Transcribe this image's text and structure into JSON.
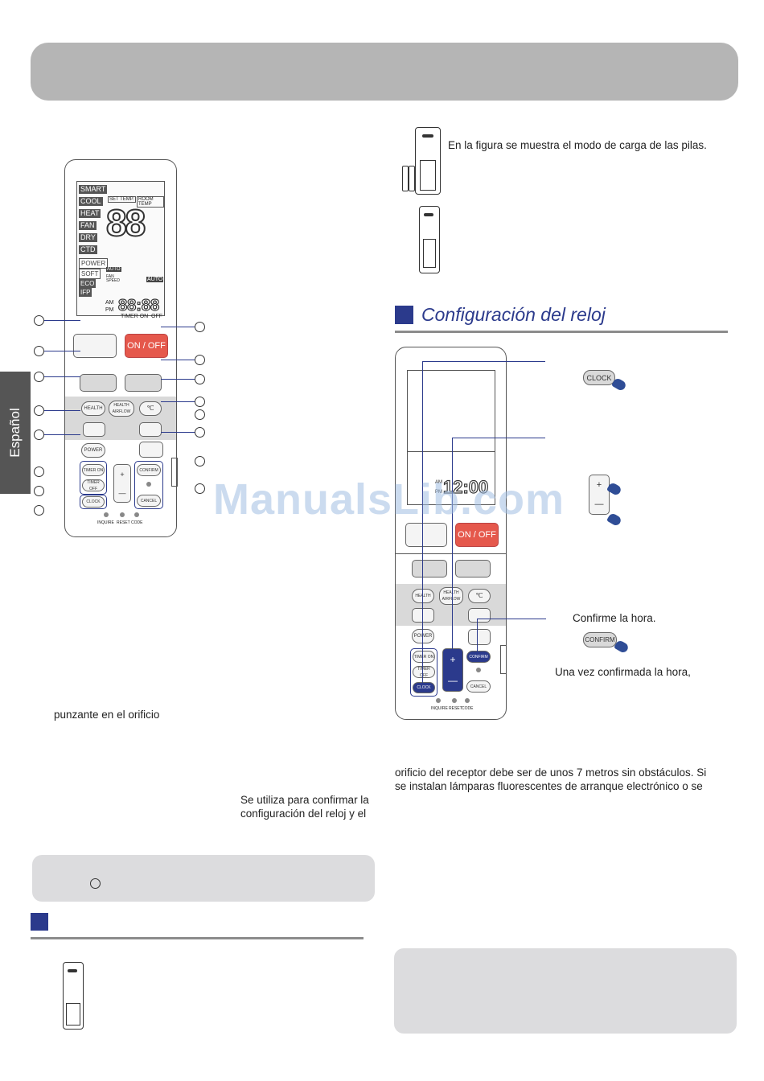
{
  "page": {
    "watermark": "ManualsLib.com",
    "language_tab": "Español"
  },
  "left": {
    "punzante_text": "punzante en el orificio",
    "confirm_text_1": "Se utiliza para confirmar la",
    "confirm_text_2": "configuración del reloj y el"
  },
  "right": {
    "battery_text": "En la figura se muestra el modo de carga de las pilas.",
    "section_title": "Configuración del reloj",
    "confirme_text": "Confirme la hora.",
    "una_vez_text": "Una vez confirmada la hora,",
    "orificio_text_1": "orificio del receptor debe ser de unos 7 metros sin obstáculos. Si",
    "orificio_text_2": "se instalan lámparas fluorescentes de arranque electrónico o se"
  },
  "remote_left": {
    "modes": [
      "SMART",
      "COOL",
      "HEAT",
      "FAN",
      "DRY",
      "CTD",
      "POWER",
      "SOFT",
      "ECO",
      "IFP"
    ],
    "set_temp": "SET TEMP.",
    "room_temp": "ROOM TEMP",
    "big_digits": "88",
    "auto": "AUTO",
    "fan_speed": "FAN SPEED",
    "timer_label": "TIMER ON",
    "off_label": "OFF",
    "am": "AM",
    "pm": "PM",
    "clock_digits": "88:88",
    "onoff": "ON / OFF",
    "health": "HEALTH",
    "health_airflow": "HEALTH AIRFLOW",
    "celsius": "℃",
    "power": "POWER",
    "timer_on": "TIMER ON",
    "timer_off": "TIMER OFF",
    "clock": "CLOCK",
    "confirm": "CONFIRM",
    "cancel": "CANCEL",
    "plus": "+",
    "minus": "—",
    "inquire": "INQUIRE",
    "reset": "RESET",
    "code": "CODE"
  },
  "remote_right": {
    "clock_digits": "12:00",
    "am": "AM",
    "pm": "PM",
    "onoff": "ON / OFF",
    "health": "HEALTH",
    "health_airflow": "HEALTH AIRFLOW",
    "celsius": "℃",
    "power": "POWER",
    "timer_on": "TIMER ON",
    "timer_off": "TIMER OFF",
    "clock": "CLOCK",
    "confirm": "CONFIRM",
    "cancel": "CANCEL",
    "plus": "+",
    "minus": "—",
    "inquire": "INQUIRE",
    "reset": "RESET",
    "code": "CODE"
  },
  "illustrations": {
    "clock_button": "CLOCK",
    "confirm_button": "CONFIRM",
    "plus": "+",
    "minus": "—"
  },
  "colors": {
    "accent_blue": "#2b3a8c",
    "onoff_red": "#e5584c",
    "header_gray": "#b5b5b5"
  }
}
